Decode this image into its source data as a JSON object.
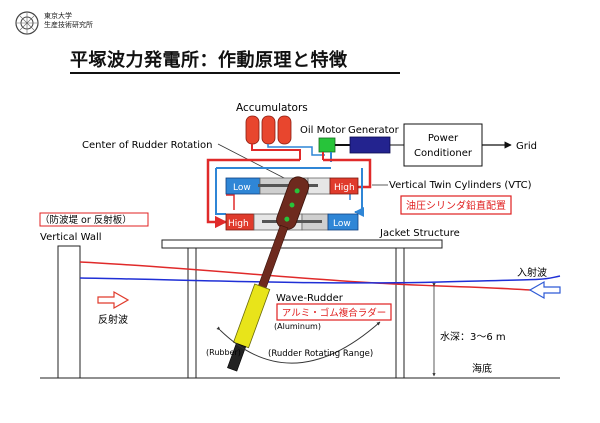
{
  "header": {
    "logo_line1": "東京大学",
    "logo_line2": "生産技術研究所",
    "title": "平塚波力発電所：作動原理と特徴"
  },
  "diagram": {
    "labels": {
      "accumulators": "Accumulators",
      "oil_motor": "Oil Motor",
      "generator": "Generator",
      "power_conditioner_1": "Power",
      "power_conditioner_2": "Conditioner",
      "grid": "Grid",
      "center_rudder": "Center of Rudder Rotation",
      "vtc": "Vertical Twin Cylinders (VTC)",
      "vtc_jp": "油圧シリンダ鉛直配置",
      "low_left": "Low",
      "high_right": "High",
      "high_left": "High",
      "low_right": "Low",
      "breakwater_jp": "（防波堤 or 反射板）",
      "vertical_wall": "Vertical Wall",
      "jacket": "Jacket Structure",
      "incident_wave": "入射波",
      "reflected_wave": "反射波",
      "wave_rudder": "Wave-Rudder",
      "rudder_jp": "アルミ・ゴム複合ラダー",
      "aluminum": "(Aluminum)",
      "rubber": "(Rubber)",
      "rotating_range": "(Rudder Rotating Range)",
      "depth": "水深：3～6 m",
      "seabed": "海底"
    },
    "colors": {
      "accumulator": "#e8462e",
      "high": "#e03b2c",
      "low": "#2f86d6",
      "oil_motor": "#27c43a",
      "generator": "#23238f",
      "red_line": "#e02a2a",
      "blue_line": "#1f2fd6",
      "rudder_yellow": "#e8e41a",
      "rudder_body": "#6e2a1e",
      "jp_label": "#e02020",
      "arrow_outline": "#e03b2c",
      "incident_arrow": "#2f5bd6"
    }
  }
}
